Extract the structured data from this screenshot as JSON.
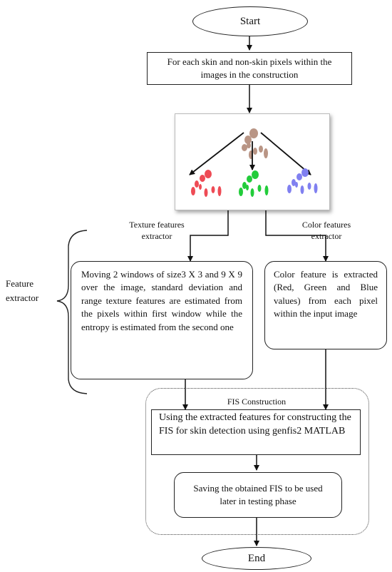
{
  "start": {
    "label": "Start"
  },
  "end": {
    "label": "End"
  },
  "step_for_each": {
    "text": "For each skin and non-skin pixels within the images in the construction"
  },
  "illustration": {
    "icon": "color-split-illustration",
    "colors": {
      "source": "#b99585",
      "red": "#ee4b55",
      "green": "#22cc3a",
      "blue": "#8080f0"
    }
  },
  "texture_label": {
    "line1": "Texture features",
    "line2": "extractor"
  },
  "color_label": {
    "line1": "Color features",
    "line2": "extractor"
  },
  "feature_extractor": {
    "line1": "Feature",
    "line2": "extractor"
  },
  "texture_box": {
    "text": "Moving 2 windows of size3 X 3 and 9 X 9 over the image, standard deviation and range texture features are estimated from the pixels within first window while the entropy is estimated from the second one"
  },
  "color_box": {
    "text": "Color feature is extracted (Red, Green and Blue values) from each pixel within the input image"
  },
  "fis": {
    "title": "FIS Construction",
    "step1": "Using the extracted features for constructing the FIS for skin detection using genfis2 MATLAB",
    "step2": "Saving the obtained FIS to be used later in testing phase"
  }
}
